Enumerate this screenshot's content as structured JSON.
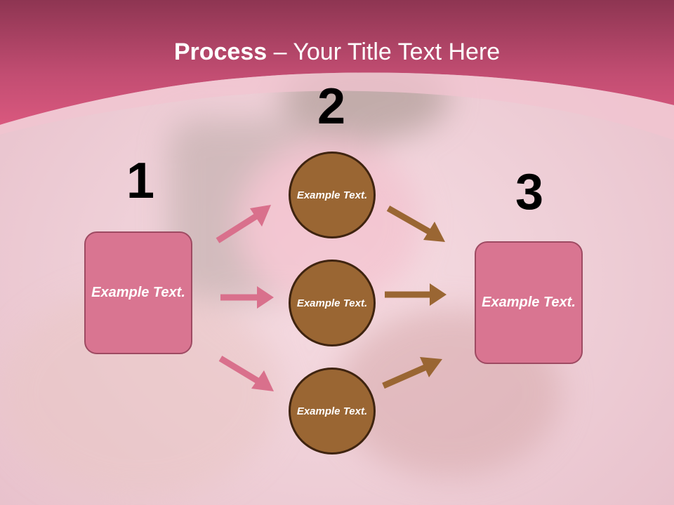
{
  "title": {
    "bold": "Process",
    "rest": " – Your Title Text Here"
  },
  "numbers": [
    "1",
    "2",
    "3"
  ],
  "left_box": {
    "label": "Example Text."
  },
  "right_box": {
    "label": "Example Text."
  },
  "circles": [
    {
      "label": "Example Text."
    },
    {
      "label": "Example Text."
    },
    {
      "label": "Example Text."
    }
  ],
  "colors": {
    "header": "#c84f74",
    "box_fill": "#d97591",
    "circle_fill": "#9a6633",
    "arrow_pink": "#d9708c",
    "arrow_brown": "#9a6633"
  }
}
